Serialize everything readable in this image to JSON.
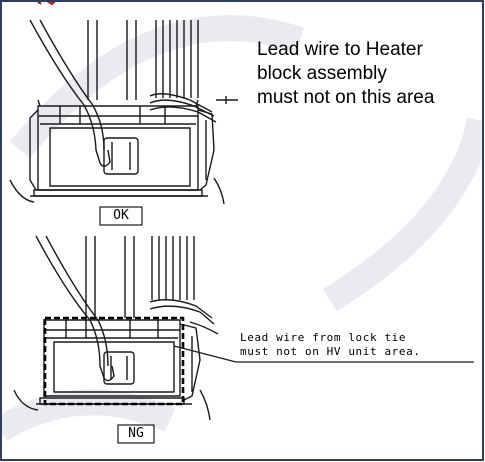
{
  "upper_panel": {
    "status_label": "OK",
    "note_lines": [
      "Lead wire to Heater",
      "block assembly",
      "must not on this area"
    ]
  },
  "lower_panel": {
    "status_label": "NG",
    "note_lines": [
      "Lead wire from lock tie",
      "must not on HV unit area."
    ]
  },
  "colors": {
    "frame_border": "#2e3f5c",
    "line_art": "#1a1a1a",
    "watermark": "#e9ebf0",
    "header_red": "#cc0000"
  }
}
